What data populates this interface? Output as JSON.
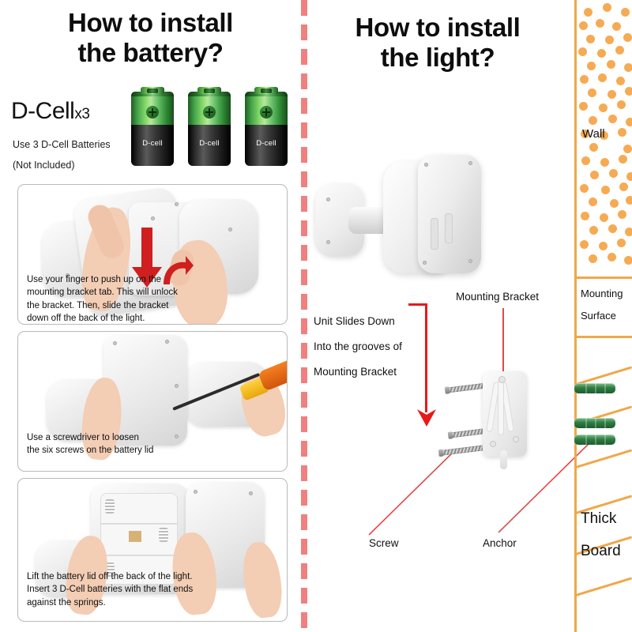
{
  "left_section": {
    "heading": "How to install the battery?",
    "heading_line1": "How to install",
    "heading_line2": "the battery?",
    "battery_spec": {
      "title": "D-Cell",
      "quantity": "x3",
      "note_line1": "Use 3 D-Cell Batteries",
      "note_line2": "(Not Included)",
      "batteries": [
        {
          "label": "D-cell",
          "terminal": "+"
        },
        {
          "label": "D-cell",
          "terminal": "+"
        },
        {
          "label": "D-cell",
          "terminal": "+"
        }
      ]
    },
    "steps": [
      {
        "id": "step-unlock-bracket",
        "caption": "Use your finger to push up on the mounting bracket tab. This will unlock the bracket. Then, slide the bracket down off the back of the light.",
        "caption_lines": [
          "Use your finger to push up on the",
          "mounting bracket tab. This will unlock",
          "the bracket. Then, slide the bracket",
          "down off the back of the light."
        ]
      },
      {
        "id": "step-loosen-screws",
        "caption": "Use a screwdriver to loosen the six screws on the battery lid",
        "caption_lines": [
          "Use a screwdriver to loosen",
          "the six screws on the battery lid"
        ]
      },
      {
        "id": "step-insert-batteries",
        "caption": "Lift the battery lid off the back of the light. Insert 3 D-Cell batteries with the flat ends against the springs.",
        "caption_lines": [
          "Lift the battery lid off the back of the light.",
          "Insert 3 D-Cell batteries with the flat ends",
          "against the springs."
        ]
      }
    ]
  },
  "right_section": {
    "heading": "How to install the light?",
    "heading_line1": "How to install",
    "heading_line2": "the light?",
    "annotations": {
      "unit_slides_line1": "Unit Slides Down",
      "unit_slides_line2": "Into the grooves of",
      "unit_slides_line3": "Mounting Bracket",
      "mounting_bracket": "Mounting Bracket",
      "screw": "Screw",
      "anchor": "Anchor"
    },
    "parts": {
      "screw_count": 3,
      "bracket_label": "mounting-bracket"
    }
  },
  "wall_column": {
    "wall_label": "Wall",
    "mounting_surface_line1": "Mounting",
    "mounting_surface_line2": "Surface",
    "thick_board_line1": "Thick",
    "thick_board_line2": "Board",
    "anchor_count": 3
  },
  "colors": {
    "divider": "#f08080",
    "arrow_red": "#e8191a",
    "leader_red": "#e04a4a",
    "wall_orange": "#efa84a",
    "wall_dot": "#f5ab53",
    "anchor_green": "#2f7d43",
    "battery_green": "#4caf50",
    "battery_black": "#1b1b1b",
    "text": "#111111",
    "panel_border": "#b9b9b9"
  }
}
